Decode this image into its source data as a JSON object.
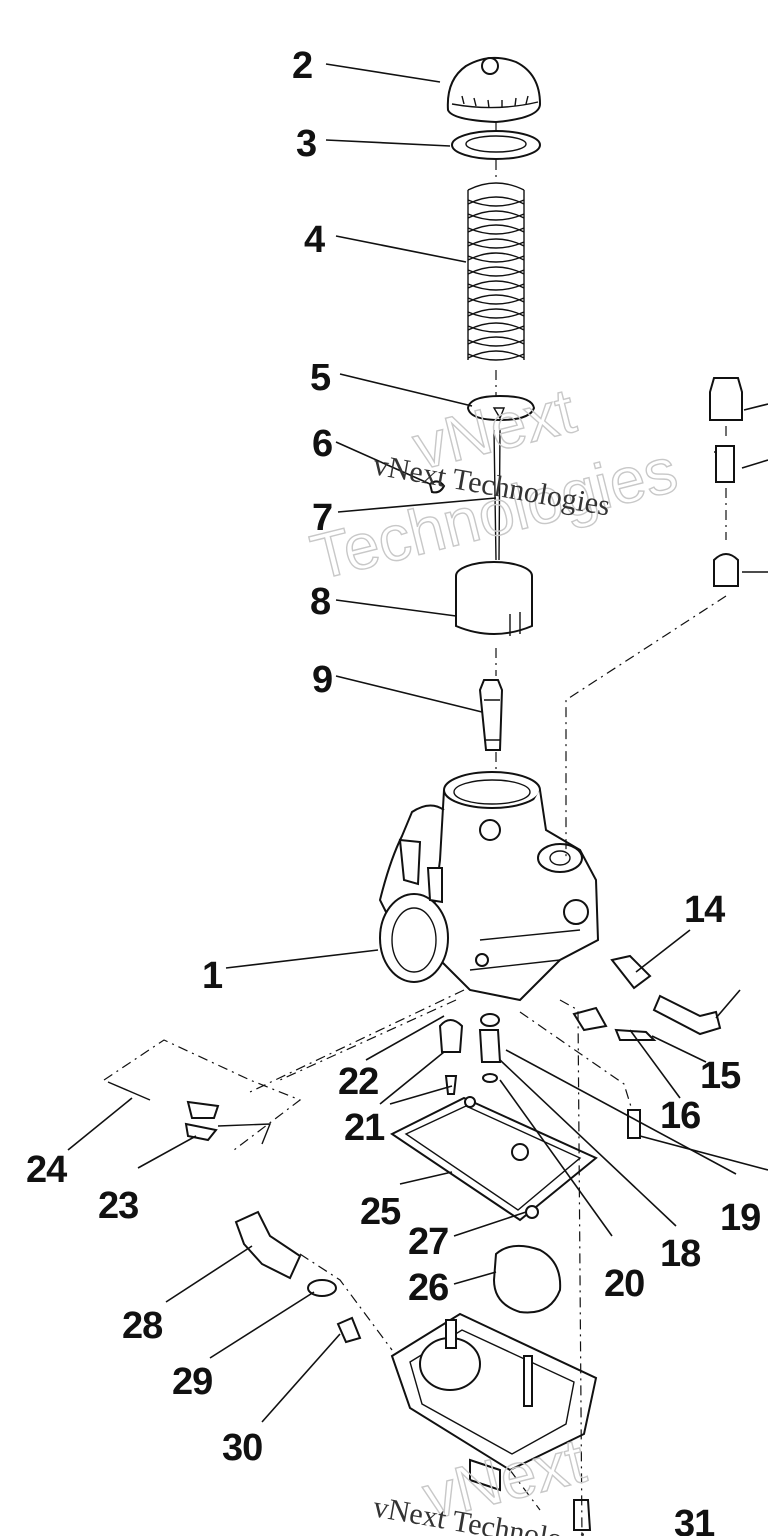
{
  "diagram": {
    "callouts": [
      {
        "id": "2",
        "text": "2"
      },
      {
        "id": "3",
        "text": "3"
      },
      {
        "id": "4",
        "text": "4"
      },
      {
        "id": "5",
        "text": "5"
      },
      {
        "id": "6",
        "text": "6"
      },
      {
        "id": "7",
        "text": "7"
      },
      {
        "id": "8",
        "text": "8"
      },
      {
        "id": "9",
        "text": "9"
      },
      {
        "id": "1",
        "text": "1"
      },
      {
        "id": "14",
        "text": "14"
      },
      {
        "id": "15",
        "text": "15"
      },
      {
        "id": "16",
        "text": "16"
      },
      {
        "id": "22",
        "text": "22"
      },
      {
        "id": "21",
        "text": "21"
      },
      {
        "id": "24",
        "text": "24"
      },
      {
        "id": "23",
        "text": "23"
      },
      {
        "id": "25",
        "text": "25"
      },
      {
        "id": "19",
        "text": "19"
      },
      {
        "id": "27",
        "text": "27"
      },
      {
        "id": "26",
        "text": "26"
      },
      {
        "id": "20",
        "text": "20"
      },
      {
        "id": "18",
        "text": "18"
      },
      {
        "id": "28",
        "text": "28"
      },
      {
        "id": "29",
        "text": "29"
      },
      {
        "id": "30",
        "text": "30"
      },
      {
        "id": "31",
        "text": "31"
      }
    ],
    "watermarks": {
      "outline_line1": "vNext",
      "outline_line2": "Technologies",
      "serif_text": "vNext Technologies",
      "bottom_outline": "vNext",
      "bottom_serif": "vNext Technologies"
    }
  }
}
